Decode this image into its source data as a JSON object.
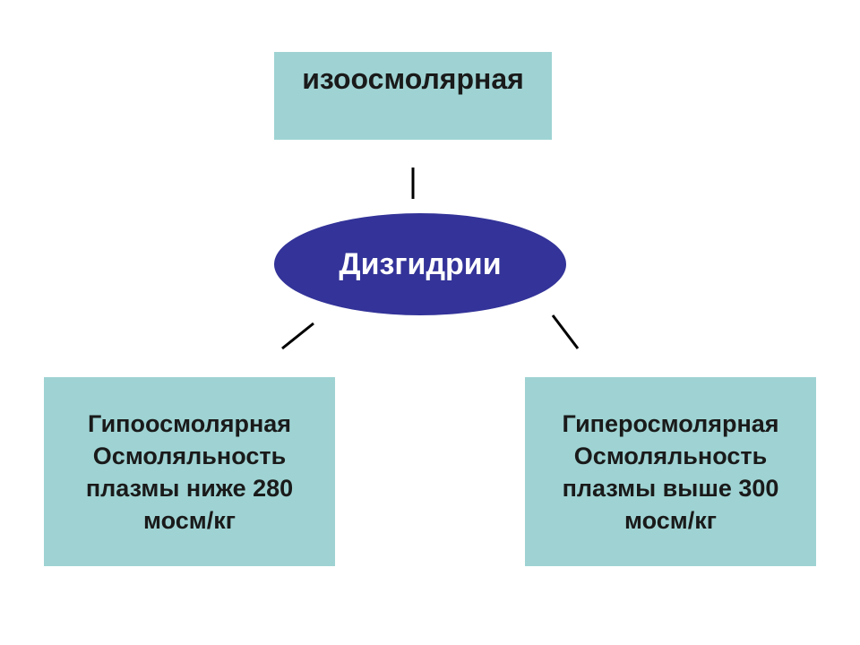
{
  "diagram": {
    "center": {
      "label": "Дизгидрии"
    },
    "top_box": {
      "label": "изоосмолярная"
    },
    "left_box": {
      "lines": [
        "Гипоосмолярная",
        "Осмоляльность",
        "плазмы ниже 280",
        "мосм/кг"
      ]
    },
    "right_box": {
      "lines": [
        "Гиперосмолярная",
        "Осмоляльность",
        "плазмы выше 300",
        "мосм/кг"
      ]
    }
  },
  "colors": {
    "box_fill": "#9fd3d3",
    "center_fill": "#333399",
    "center_text": "#ffffff",
    "connector": "#000000"
  }
}
